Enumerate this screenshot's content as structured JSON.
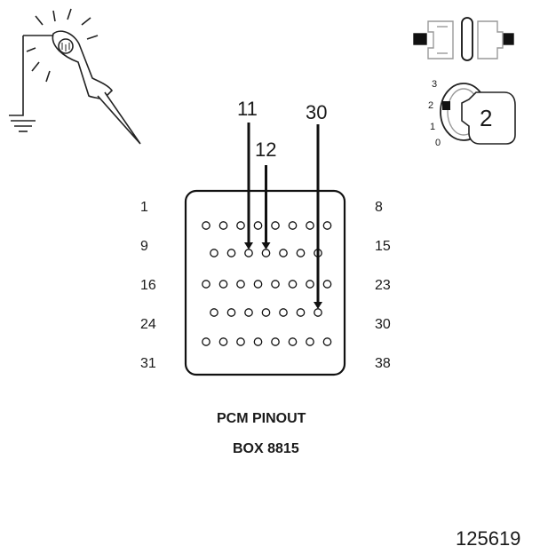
{
  "connector": {
    "row_labels": [
      {
        "left": "1",
        "right": "8"
      },
      {
        "left": "9",
        "right": "15"
      },
      {
        "left": "16",
        "right": "23"
      },
      {
        "left": "24",
        "right": "30"
      },
      {
        "left": "31",
        "right": "38"
      }
    ],
    "row_pin_counts": [
      8,
      7,
      8,
      7,
      8
    ],
    "callouts": [
      {
        "label": "11",
        "pin_row": 1,
        "pin_index": 2
      },
      {
        "label": "12",
        "pin_row": 1,
        "pin_index": 3
      },
      {
        "label": "30",
        "pin_row": 3,
        "pin_index": 6
      }
    ]
  },
  "caption": {
    "line1": "PCM PINOUT",
    "line2": "BOX 8815"
  },
  "ignition": {
    "positions": [
      "3",
      "2",
      "1",
      "0"
    ],
    "selected": "2"
  },
  "figure_id": "125619"
}
